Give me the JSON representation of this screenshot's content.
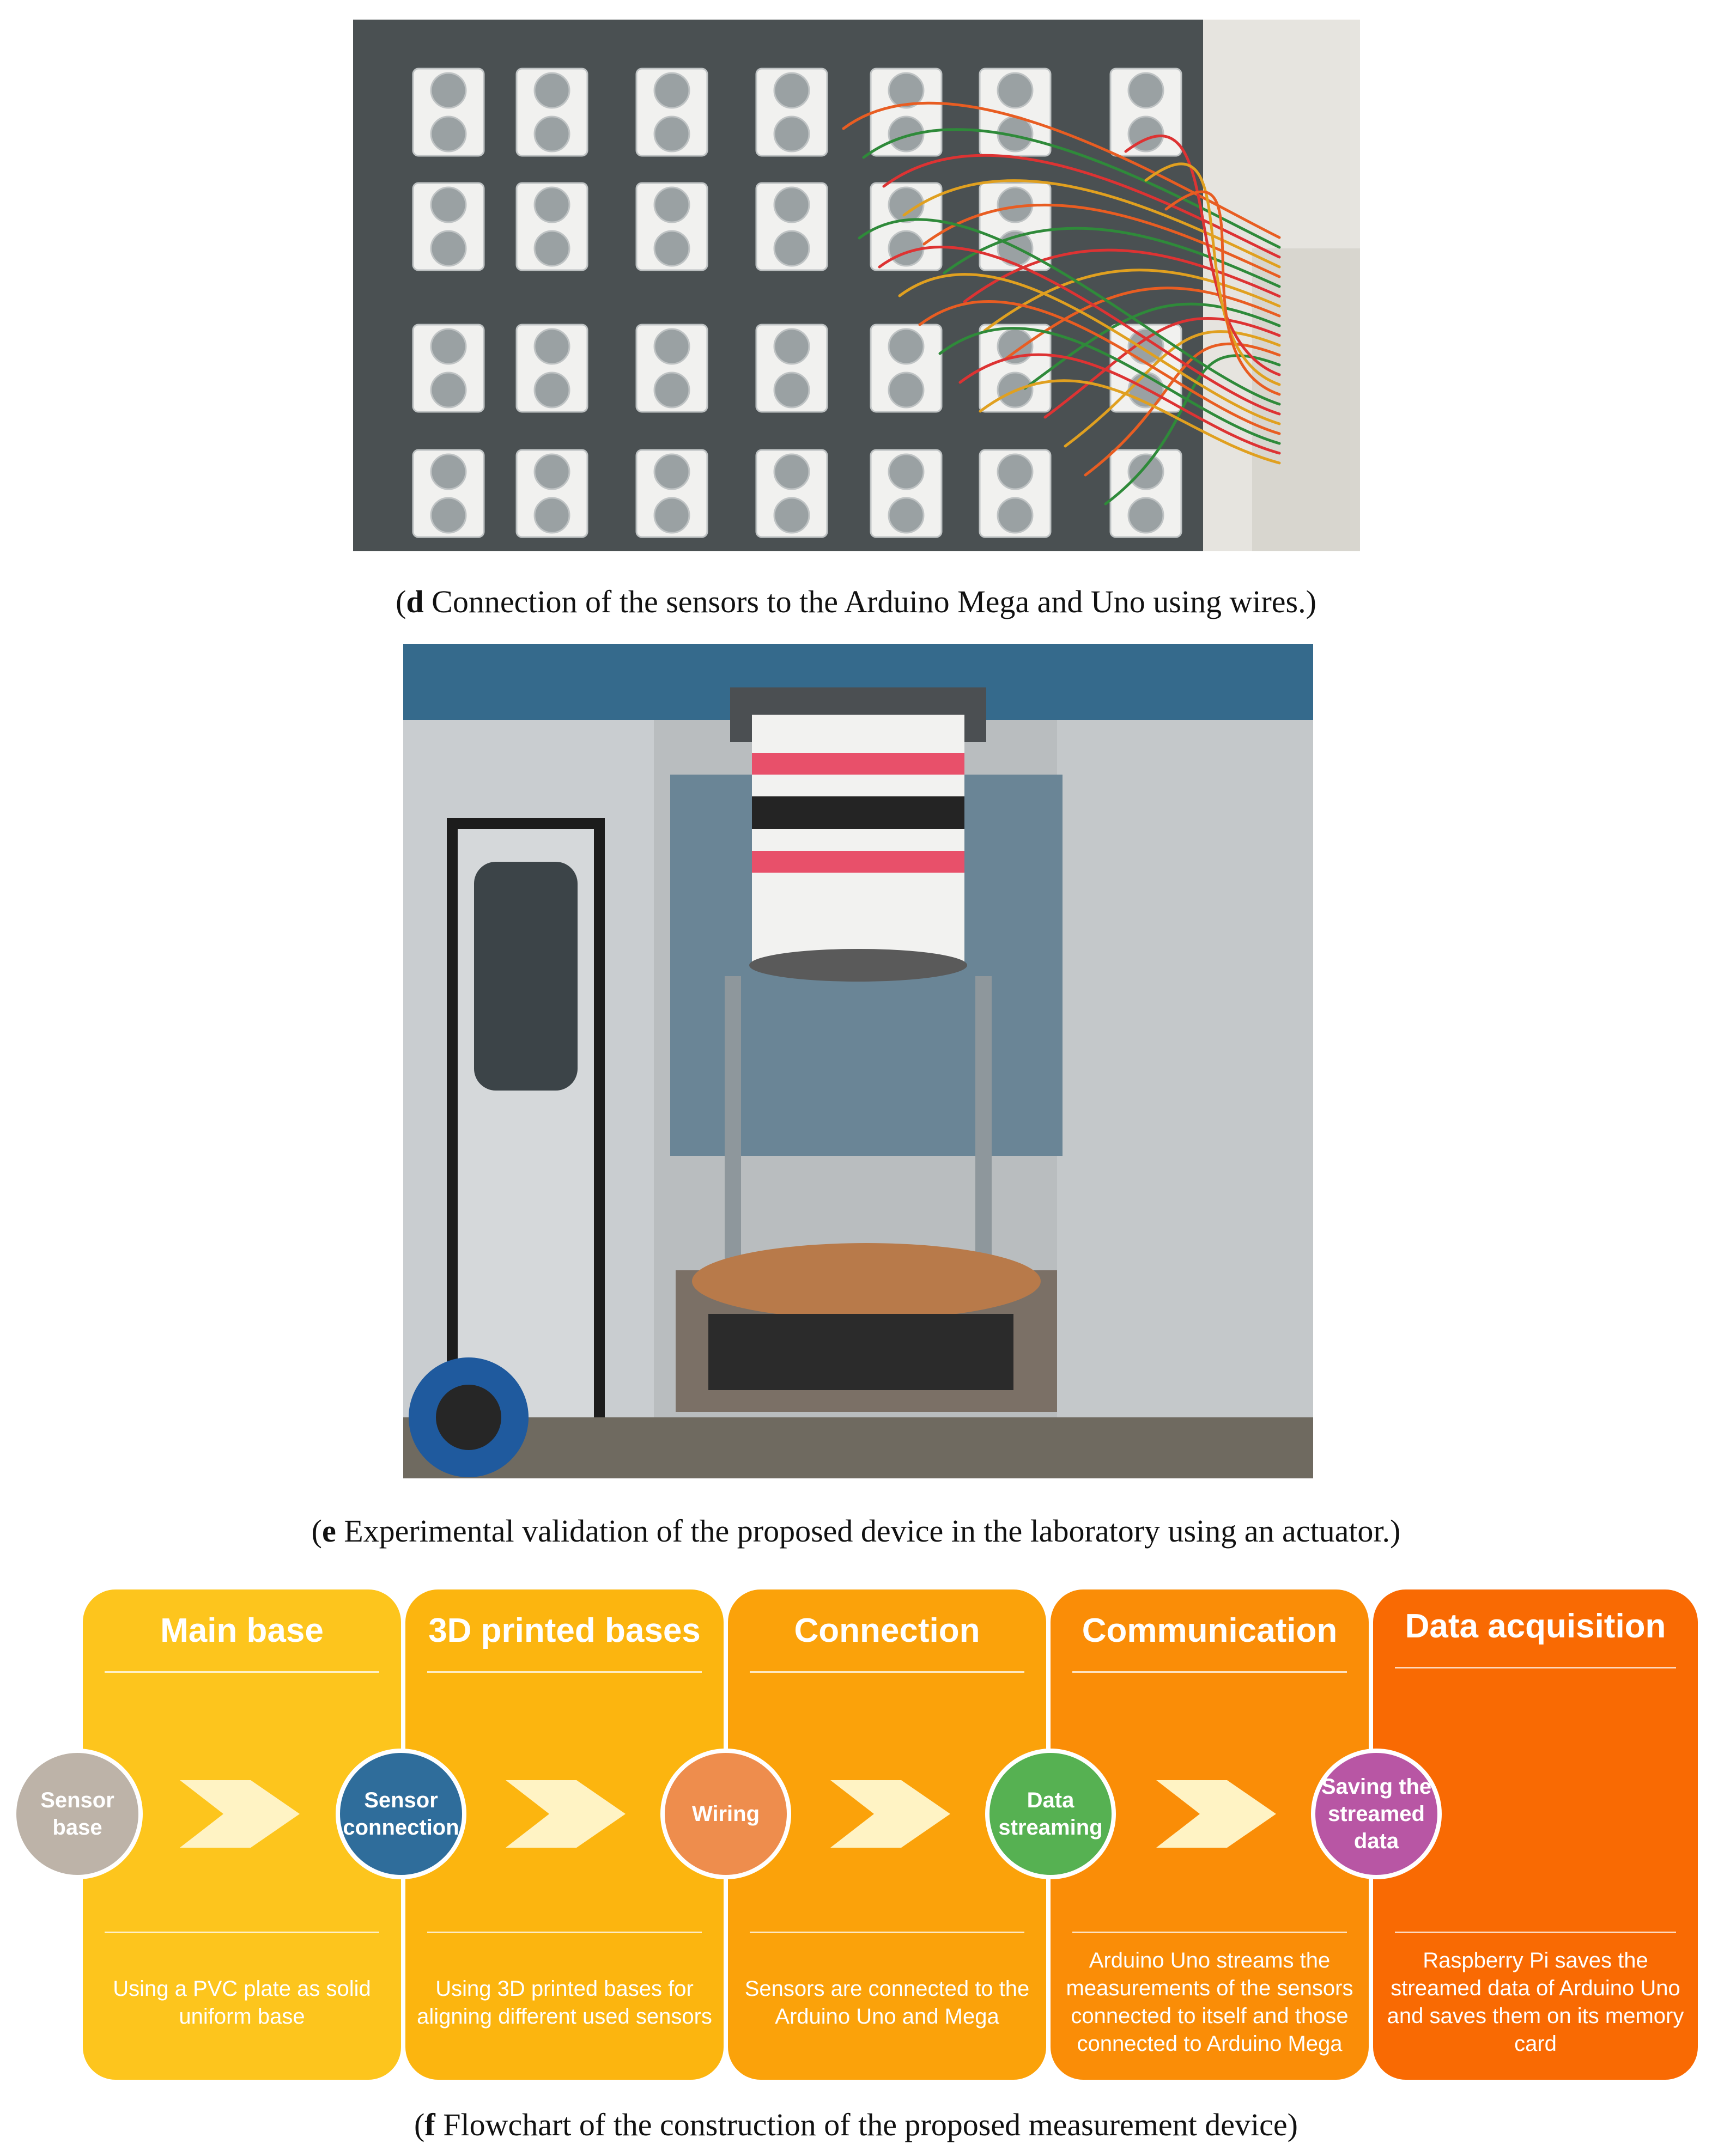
{
  "captions": {
    "d": {
      "label": "d",
      "text": " Connection of the sensors to the Arduino Mega and Uno using wires."
    },
    "e": {
      "label": "e",
      "text": " Experimental validation of the proposed device in the laboratory using an actuator."
    },
    "f": {
      "label": "f",
      "text": " Flowchart of the construction of the proposed measurement device"
    }
  },
  "flowchart": {
    "panels": [
      {
        "title": "Main base",
        "description": "Using a PVC plate as solid uniform base",
        "color": "#FDC51D"
      },
      {
        "title": "3D printed bases",
        "description": "Using 3D printed bases for aligning different used sensors",
        "color": "#FCB50F"
      },
      {
        "title": "Connection",
        "description": "Sensors are connected to the Arduino Uno and Mega",
        "color": "#FBA20A"
      },
      {
        "title": "Communication",
        "description": "Arduino Uno streams the measurements of the sensors connected to itself and those connected to Arduino Mega",
        "color": "#FA8D07"
      },
      {
        "title": "Data acquisition",
        "description": "Raspberry Pi saves the streamed data of Arduino Uno and saves them on its memory card",
        "color": "#F96A03"
      }
    ],
    "nodes": [
      {
        "label": "Sensor base",
        "color": "#BDB3A8"
      },
      {
        "label": "Sensor connection",
        "color": "#2F6D9B"
      },
      {
        "label": "Wiring",
        "color": "#EE8D4D"
      },
      {
        "label": "Data streaming",
        "color": "#56B152"
      },
      {
        "label": "Saving the streamed data",
        "color": "#B856A4"
      }
    ]
  }
}
